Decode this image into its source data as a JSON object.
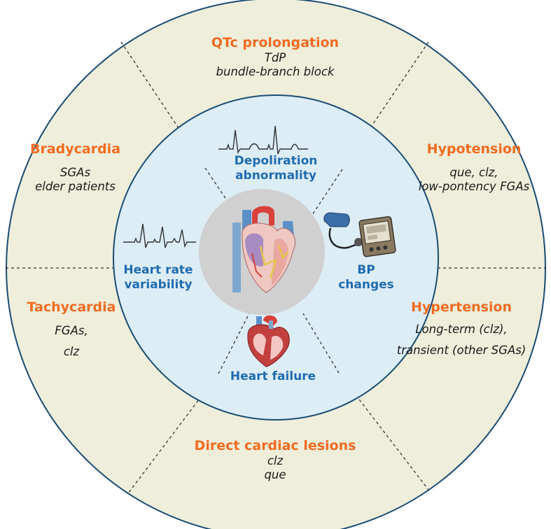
{
  "outer": {
    "qtc": {
      "title": "QTc prolongation",
      "line1": "TdP",
      "line2": "bundle-branch block"
    },
    "brady": {
      "title": "Bradycardia",
      "line1": "SGAs",
      "line2": "elder patients"
    },
    "hypot": {
      "title": "Hypotension",
      "line1": "que, clz,",
      "line2": "low-pontency FGAs"
    },
    "tachy": {
      "title": "Tachycardia",
      "line1": "FGAs,",
      "line2": "clz"
    },
    "hypert": {
      "title": "Hypertension",
      "line1": "Long-term (clz),",
      "line2": "transient (other SGAs)"
    },
    "direct": {
      "title": "Direct cardiac lesions",
      "line1": "clz",
      "line2": "que"
    }
  },
  "inner": {
    "depol": {
      "line1": "Depoliration",
      "line2": "abnormality"
    },
    "hrv": {
      "line1": "Heart rate",
      "line2": "variability"
    },
    "bp": {
      "line1": "BP",
      "line2": "changes"
    },
    "hf": {
      "line1": "Heart failure"
    }
  },
  "icons": [
    "heart-illustration-icon",
    "heart-cross-section-icon",
    "ecg-wave-icon",
    "blood-pressure-monitor-icon"
  ],
  "colors": {
    "outer_ring": "#eeeedb",
    "inner_ring": "#ddedf6",
    "center": "#d0d0d0",
    "outer_title": "#f26b21",
    "inner_title": "#1f6bb0",
    "ring_stroke": "#1a4c73"
  }
}
